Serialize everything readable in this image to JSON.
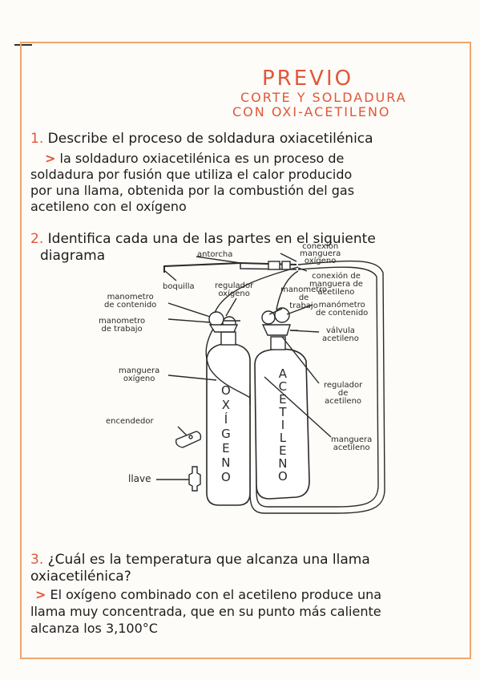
{
  "header": {
    "title": "PREVIO",
    "subtitle_line1": "CORTE Y SOLDADURA",
    "subtitle_line2": "CON OXI-ACETILENO"
  },
  "questions": [
    {
      "number": "1.",
      "text": "Describe el proceso de soldadura oxiacetilénica",
      "answer_marker": ">",
      "answer_lines": [
        "la soldaduro oxiacetilénica es un proceso de",
        "soldadura por fusión que utiliza el calor producido",
        "por una llama, obtenida por la combustión del gas",
        "acetileno con el oxígeno"
      ]
    },
    {
      "number": "2.",
      "text_lines": [
        "Identifica cada una de las partes en el siguiente",
        "diagrama"
      ]
    },
    {
      "number": "3.",
      "text_lines": [
        "¿Cuál es la temperatura que alcanza una llama",
        "oxiacetilénica?"
      ],
      "answer_marker": ">",
      "answer_lines": [
        "El oxígeno combinado con el acetileno produce una",
        "llama muy concentrada, que en su punto más caliente",
        "alcanza los 3,100°C"
      ]
    }
  ],
  "diagram": {
    "labels": {
      "antorcha": "antorcha",
      "conexion_oxigeno": [
        "conexión",
        "manguera",
        "oxígeno"
      ],
      "boquilla": "boquilla",
      "regulador_oxigeno": [
        "regulador",
        "oxígeno"
      ],
      "conexion_acetileno": [
        "conexión de",
        "manguera de",
        "acetileno"
      ],
      "manometro_contenido_ox": [
        "manometro",
        "de contenido"
      ],
      "manometro_trabajo_ac": [
        "manometro",
        "de",
        "trabajo"
      ],
      "manometro_contenido_ac": [
        "manómetro",
        "de contenido"
      ],
      "manometro_trabajo_ox": [
        "manometro",
        "de trabajo"
      ],
      "valvula_acetileno": [
        "válvula",
        "acetileno"
      ],
      "manguera_oxigeno": [
        "manguera",
        "oxígeno"
      ],
      "regulador_acetileno": [
        "regulador",
        "de",
        "acetileno"
      ],
      "encendedor": "encendedor",
      "manguera_acetileno": [
        "manguera",
        "acetileno"
      ],
      "llave": "llave"
    },
    "tank_oxigeno_letters": [
      "O",
      "X",
      "Í",
      "G",
      "E",
      "N",
      "O"
    ],
    "tank_acetileno_letters": [
      "A",
      "C",
      "E",
      "T",
      "I",
      "L",
      "E",
      "N",
      "O"
    ]
  },
  "colors": {
    "accent": "#e2563a",
    "frame": "#f0a66b",
    "ink": "#1c1c1c"
  }
}
